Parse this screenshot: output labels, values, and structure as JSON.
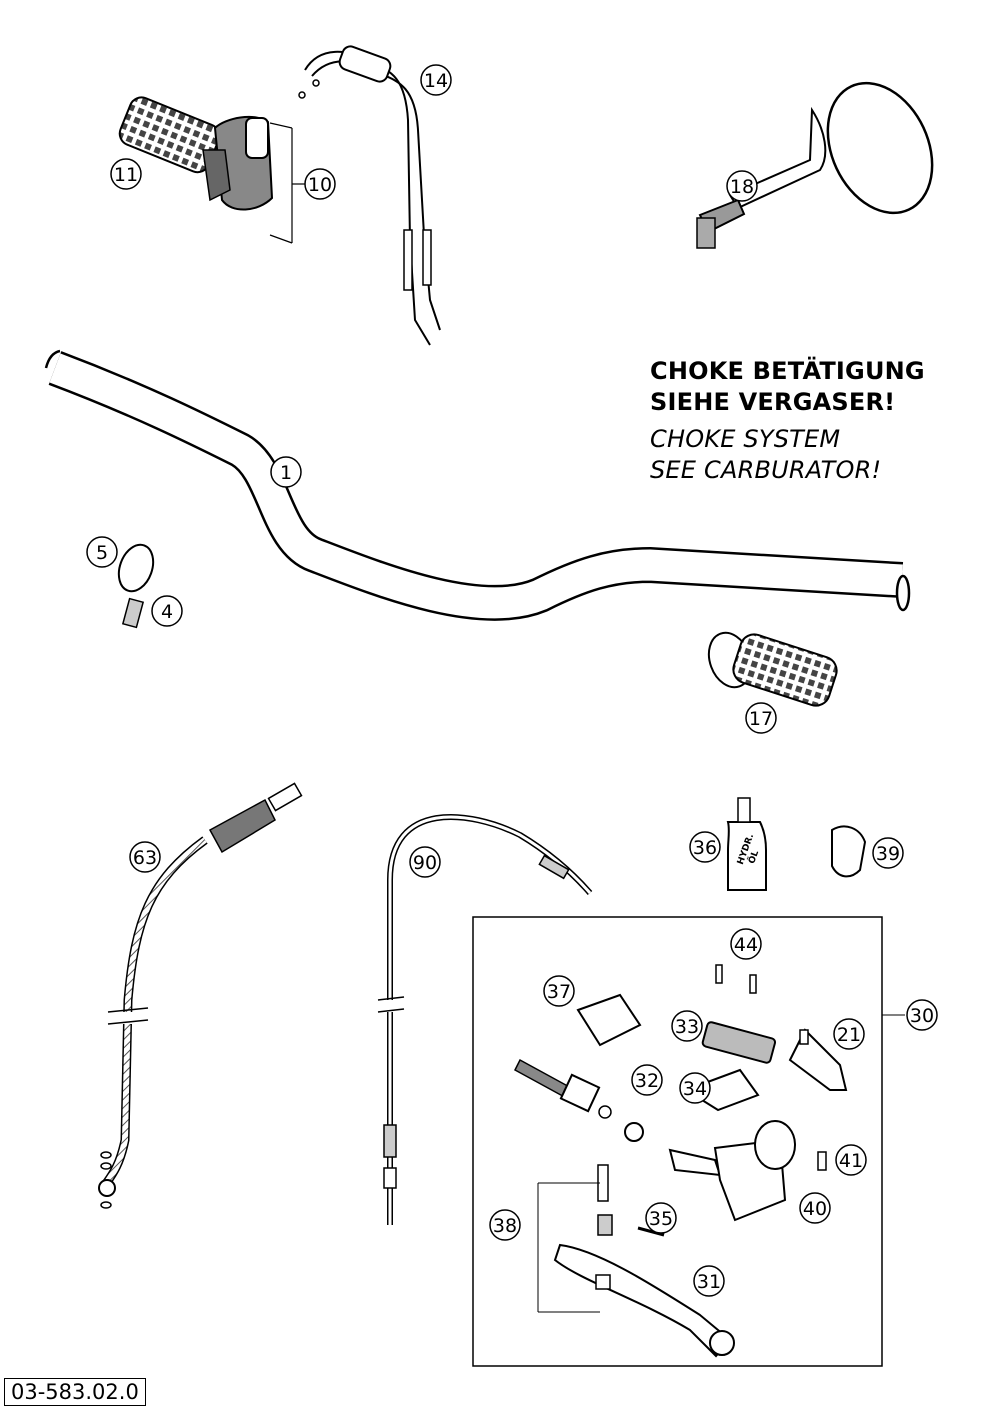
{
  "note": {
    "de_line1": "CHOKE BETÄTIGUNG",
    "de_line2": "SIEHE VERGASER!",
    "en_line1": "CHOKE SYSTEM",
    "en_line2": "SEE CARBURATOR!"
  },
  "drawing_number": "03-583.02.0",
  "callouts": {
    "c1": "1",
    "c4": "4",
    "c5": "5",
    "c10": "10",
    "c11": "11",
    "c14": "14",
    "c17": "17",
    "c18": "18",
    "c21": "21",
    "c30": "30",
    "c31": "31",
    "c32": "32",
    "c33": "33",
    "c34": "34",
    "c35": "35",
    "c36": "36",
    "c37": "37",
    "c38": "38",
    "c39": "39",
    "c40": "40",
    "c41": "41",
    "c44": "44",
    "c63": "63",
    "c90": "90"
  },
  "bottle_label": [
    "HYDR.",
    "ÖL"
  ]
}
